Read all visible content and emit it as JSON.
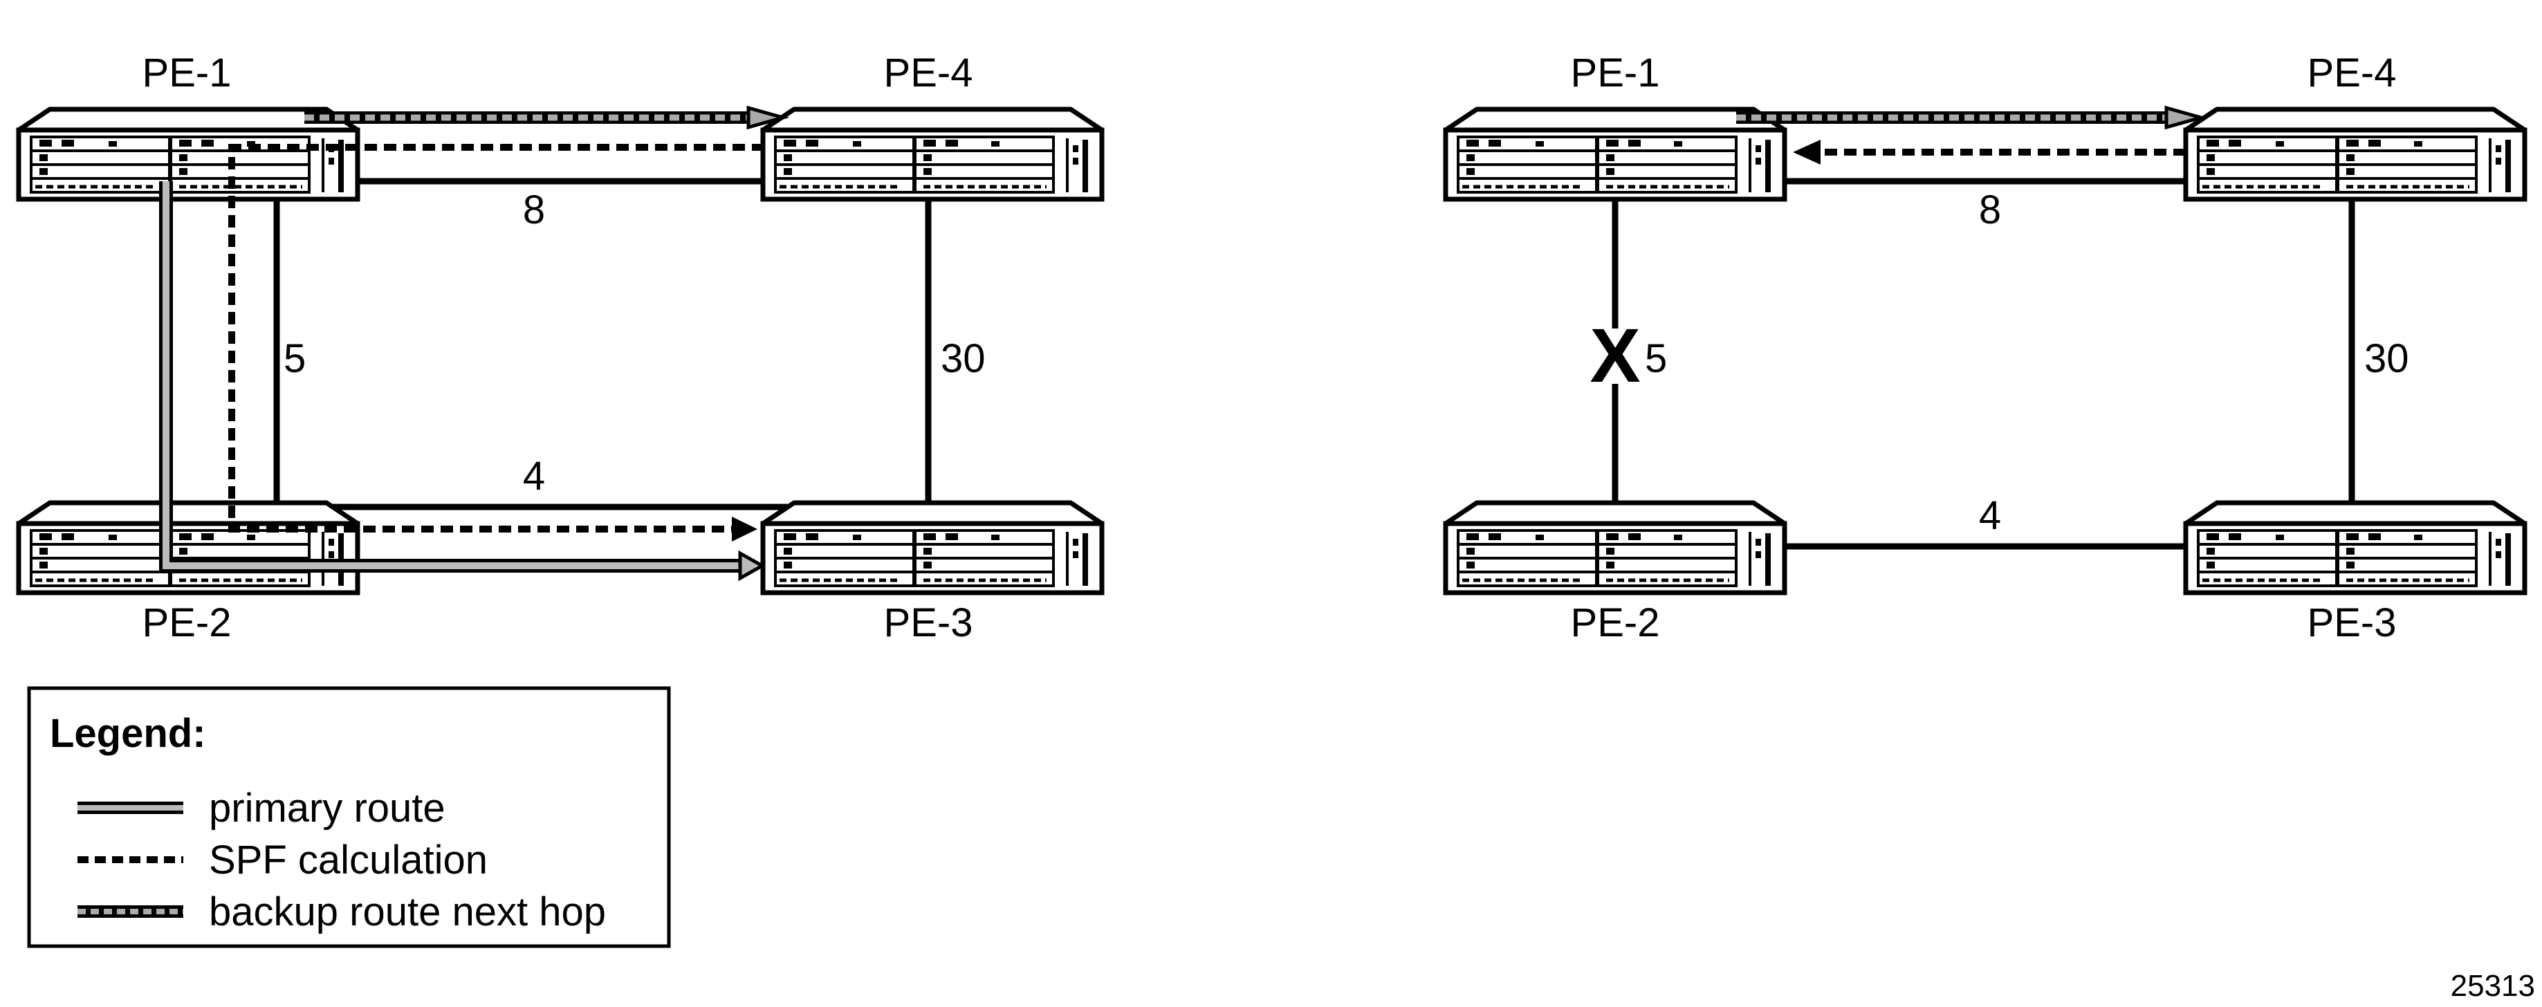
{
  "left": {
    "nodes": {
      "pe1": "PE-1",
      "pe4": "PE-4",
      "pe2": "PE-2",
      "pe3": "PE-3"
    },
    "metrics": {
      "pe1_pe4": "8",
      "pe1_pe2": "5",
      "pe4_pe3": "30",
      "pe2_pe3": "4"
    }
  },
  "right": {
    "nodes": {
      "pe1": "PE-1",
      "pe4": "PE-4",
      "pe2": "PE-2",
      "pe3": "PE-3"
    },
    "metrics": {
      "pe1_pe4": "8",
      "pe1_pe2": "5",
      "pe4_pe3": "30",
      "pe2_pe3": "4"
    },
    "failure_mark": "X"
  },
  "legend": {
    "title": "Legend:",
    "items": [
      {
        "label": "primary route",
        "style": "double-gray-line"
      },
      {
        "label": "SPF calculation",
        "style": "black-dashed-line"
      },
      {
        "label": "backup route next hop",
        "style": "gray-dashed-double-line"
      }
    ]
  },
  "figure_id": "25313",
  "colors": {
    "line": "#000000",
    "primary_route": "#bbbbbb",
    "backup_route": "#aaaaaa",
    "router_body": "#ffffff"
  }
}
